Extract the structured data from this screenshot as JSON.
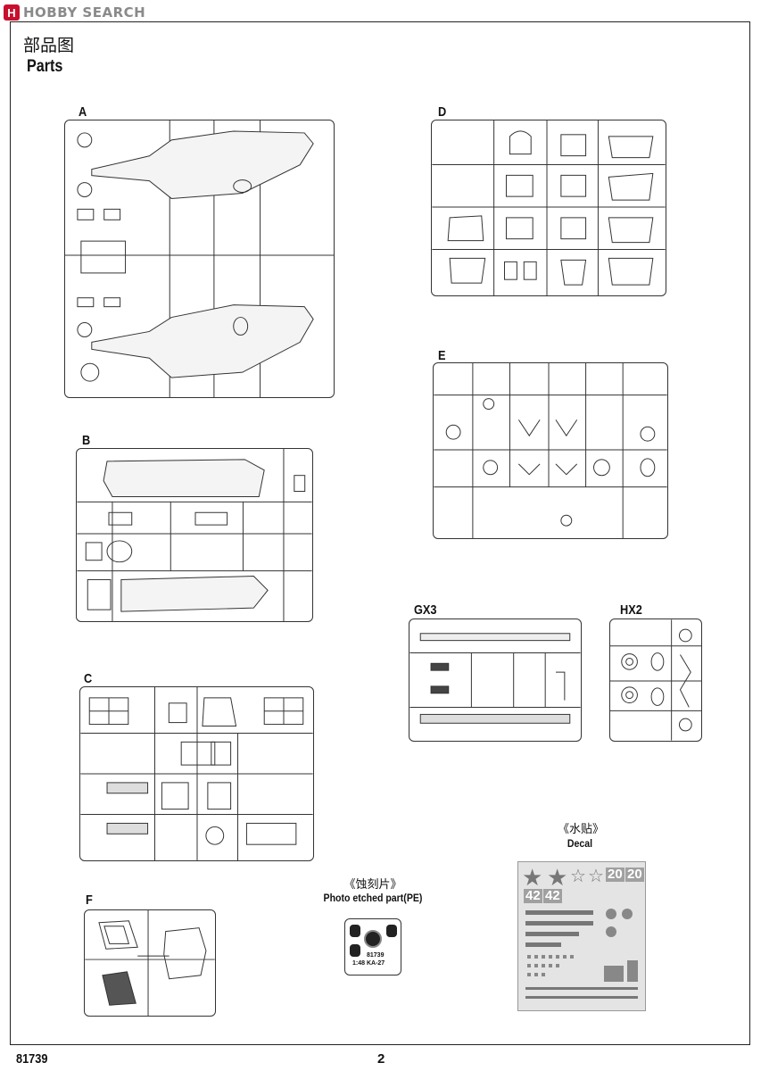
{
  "site_logo": {
    "badge": "H",
    "text": "HOBBY SEARCH"
  },
  "header": {
    "title_cn": "部品图",
    "title_en": "Parts"
  },
  "sprues": {
    "a": "A",
    "b": "B",
    "c": "C",
    "d": "D",
    "e": "E",
    "f": "F",
    "gx3": "GX3",
    "hx2": "HX2"
  },
  "photo_etched": {
    "caption_cn": "《蚀刻片》",
    "caption_en": "Photo etched part(PE)",
    "code": "81739",
    "scale": "1:48 KA-27"
  },
  "decal": {
    "caption_cn": "《水贴》",
    "caption_en": "Decal",
    "numbers": [
      "42",
      "42",
      "20",
      "20"
    ]
  },
  "footer": {
    "product_code": "81739",
    "page_number": "2"
  }
}
